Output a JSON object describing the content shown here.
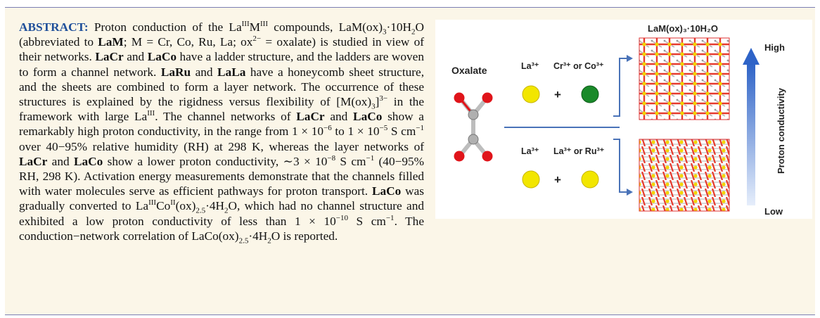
{
  "abstract": {
    "label": "ABSTRACT:",
    "sentences": {
      "s1a": "Proton conduction of the La",
      "s1b": "III",
      "s1c": "M",
      "s1d": "III",
      "s1e": " compounds, LaM(ox)",
      "s1f": "3",
      "s1g": "·10H",
      "s1h": "2",
      "s1i": "O (abbreviated to ",
      "s1j": "LaM",
      "s1k": "; M = Cr, Co, Ru, La; ox",
      "s1l": "2−",
      "s1m": " = oxalate) is studied in view of their networks. ",
      "s2a": "LaCr",
      "s2b": " and ",
      "s2c": "LaCo",
      "s2d": " have a ladder structure, and the ladders are woven to form a channel network. ",
      "s3a": "LaRu",
      "s3b": " and ",
      "s3c": "LaLa",
      "s3d": " have a honeycomb sheet structure, and the sheets are combined to form a layer network. The occurrence of these structures is explained by the rigidness versus flexibility of [M(ox)",
      "s3e": "3",
      "s3f": "]",
      "s3g": "3−",
      "s3h": " in the framework with large La",
      "s3i": "III",
      "s3j": ". The channel networks of ",
      "s4a": "LaCr",
      "s4b": " and ",
      "s4c": "LaCo",
      "s4d": " show a remarkably high proton conductivity, in the range from 1 × 10",
      "s4e": "−6",
      "s4f": " to 1 × 10",
      "s4g": "−5",
      "s4h": " S cm",
      "s4i": "−1",
      "s4j": " over 40−95% relative humidity (RH) at 298 K, whereas the layer networks of ",
      "s4k": "LaCr",
      "s4l": " and ",
      "s4m": "LaCo",
      "s4n": " show a lower proton conductivity, ∼3 × 10",
      "s4o": "−8",
      "s4p": " S cm",
      "s4q": "−1",
      "s4r": " (40−95% RH, 298 K). Activation energy measurements demonstrate that the channels filled with water molecules serve as efficient pathways for proton transport. ",
      "s5a": "LaCo",
      "s5b": " was gradually converted to La",
      "s5c": "III",
      "s5d": "Co",
      "s5e": "II",
      "s5f": "(ox)",
      "s5g": "2.5",
      "s5h": "·4H",
      "s5i": "2",
      "s5j": "O, which had no channel structure and exhibited a low proton conductivity of less than 1 × 10",
      "s5k": "−10",
      "s5l": " S cm",
      "s5m": "−1",
      "s5n": ". The conduction−network correlation of LaCo(ox)",
      "s5o": "2.5",
      "s5p": "·4H",
      "s5q": "2",
      "s5r": "O is reported."
    }
  },
  "figure": {
    "title": "LaM(ox)₃·10H₂O",
    "oxalate_label": "Oxalate",
    "top_row": {
      "ion1": "La³⁺",
      "ion2": "Cr³⁺ or Co³⁺",
      "plus": "+"
    },
    "bottom_row": {
      "ion1": "La³⁺",
      "ion2": "La³⁺ or Ru³⁺",
      "plus": "+"
    },
    "axis_label": "Proton conductivity",
    "high_label": "High",
    "low_label": "Low",
    "colors": {
      "la_ion": "#f2e600",
      "cr_co_ion": "#1a8a2a",
      "oxygen": "#e0141a",
      "carbon": "#b0b0b0",
      "arrow": "#4a73b8",
      "gradient_top": "#2e63c7",
      "gradient_bottom": "#dfe9f8"
    }
  }
}
